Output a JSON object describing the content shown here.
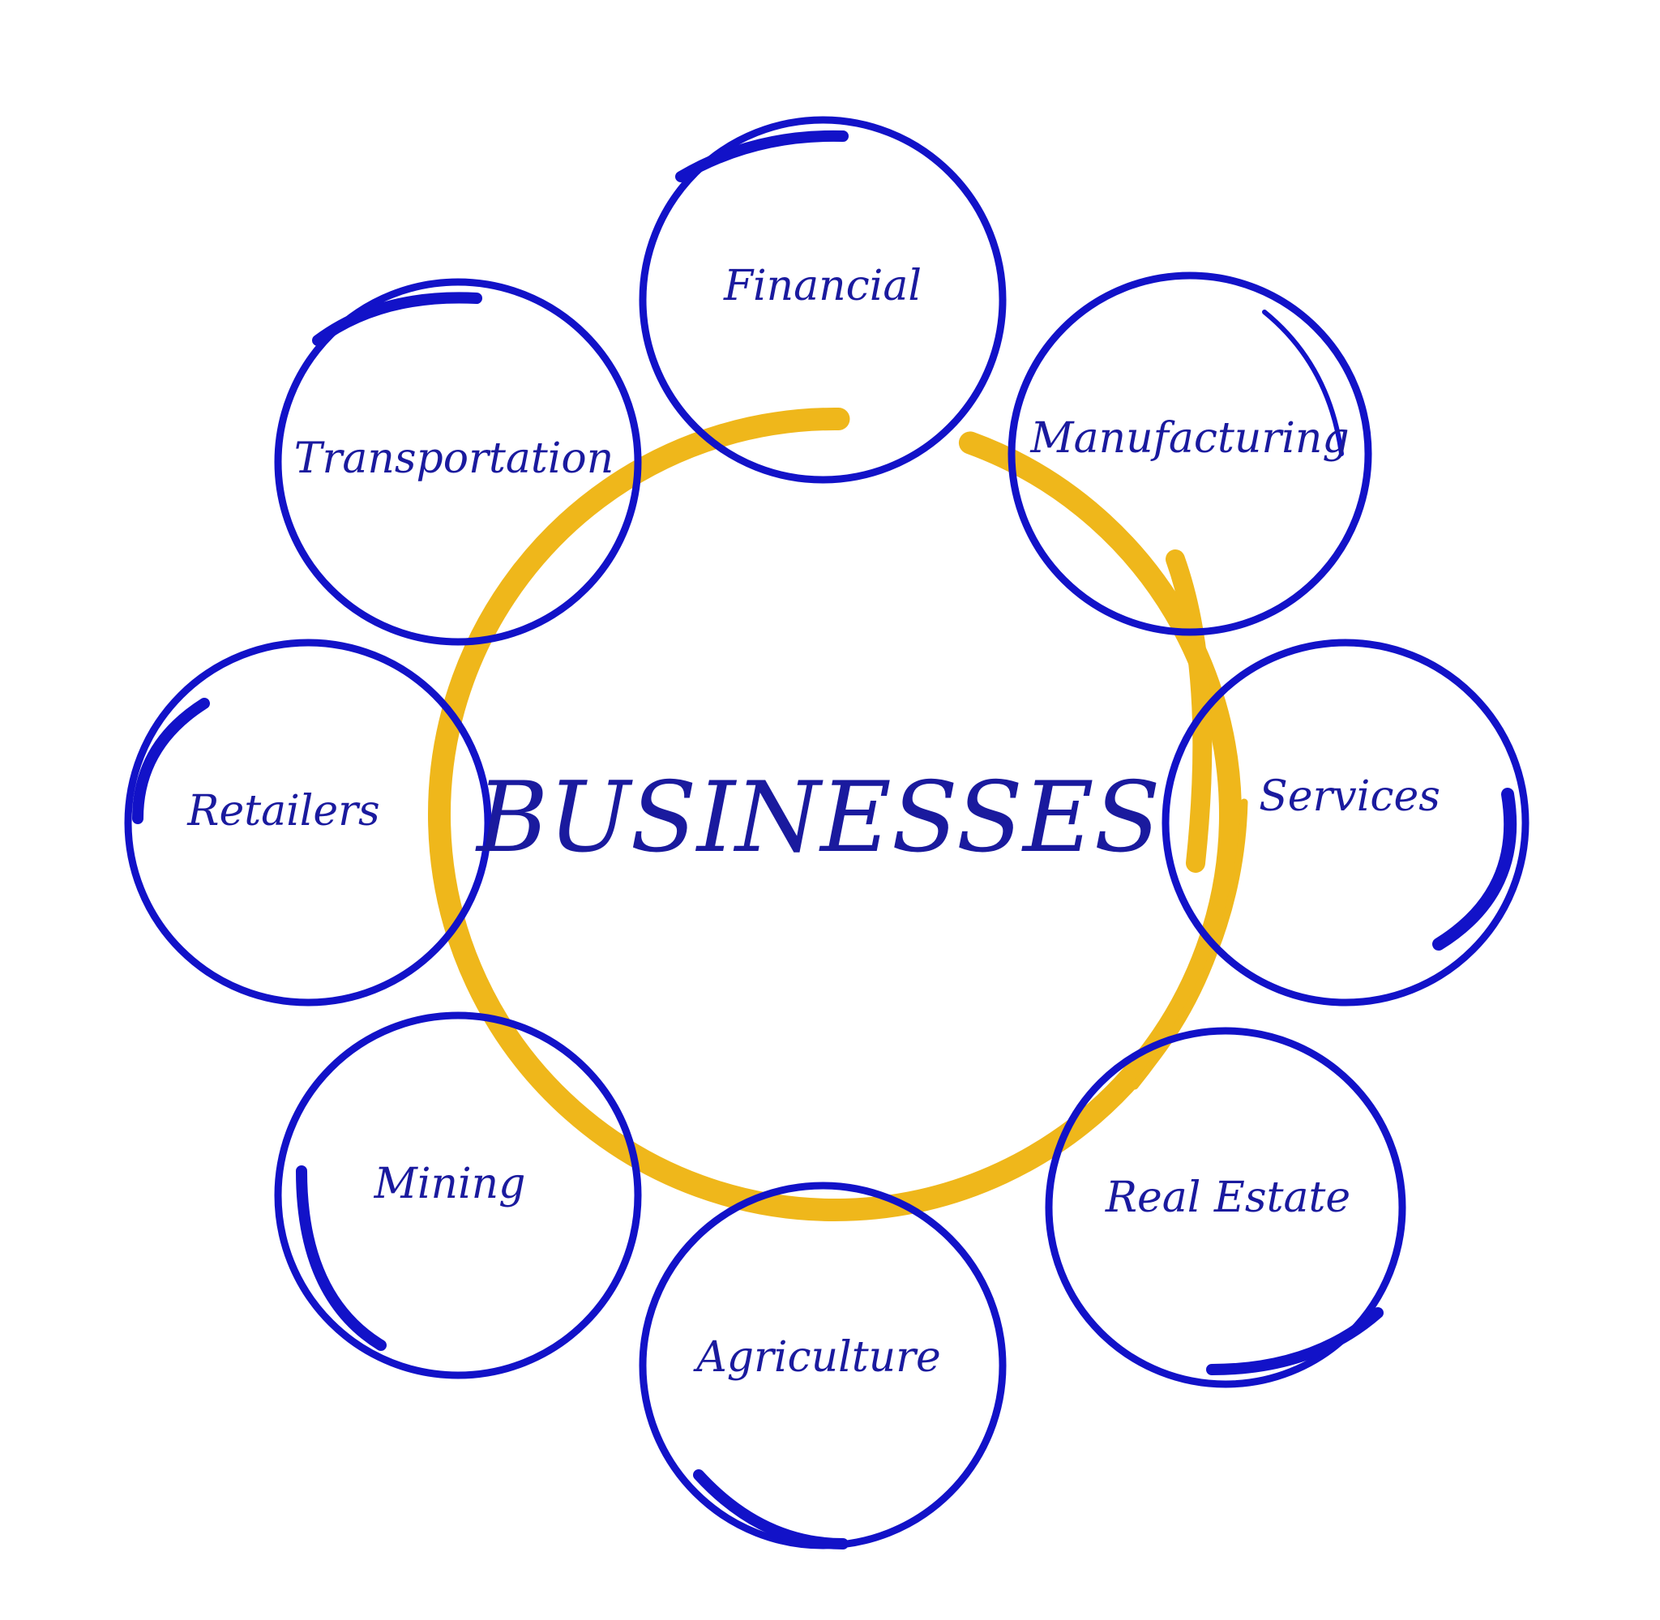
{
  "diagram": {
    "center": {
      "label": "BUSINESSES"
    },
    "nodes": [
      {
        "label": "Financial"
      },
      {
        "label": "Manufacturing"
      },
      {
        "label": "Services"
      },
      {
        "label": "Real Estate"
      },
      {
        "label": "Agriculture"
      },
      {
        "label": "Mining"
      },
      {
        "label": "Retailers"
      },
      {
        "label": "Transportation"
      }
    ]
  },
  "colors": {
    "ring_blue": "#1212c8",
    "ring_gold": "#efb71b",
    "text_blue": "#1a1a9e",
    "background": "#ffffff"
  }
}
